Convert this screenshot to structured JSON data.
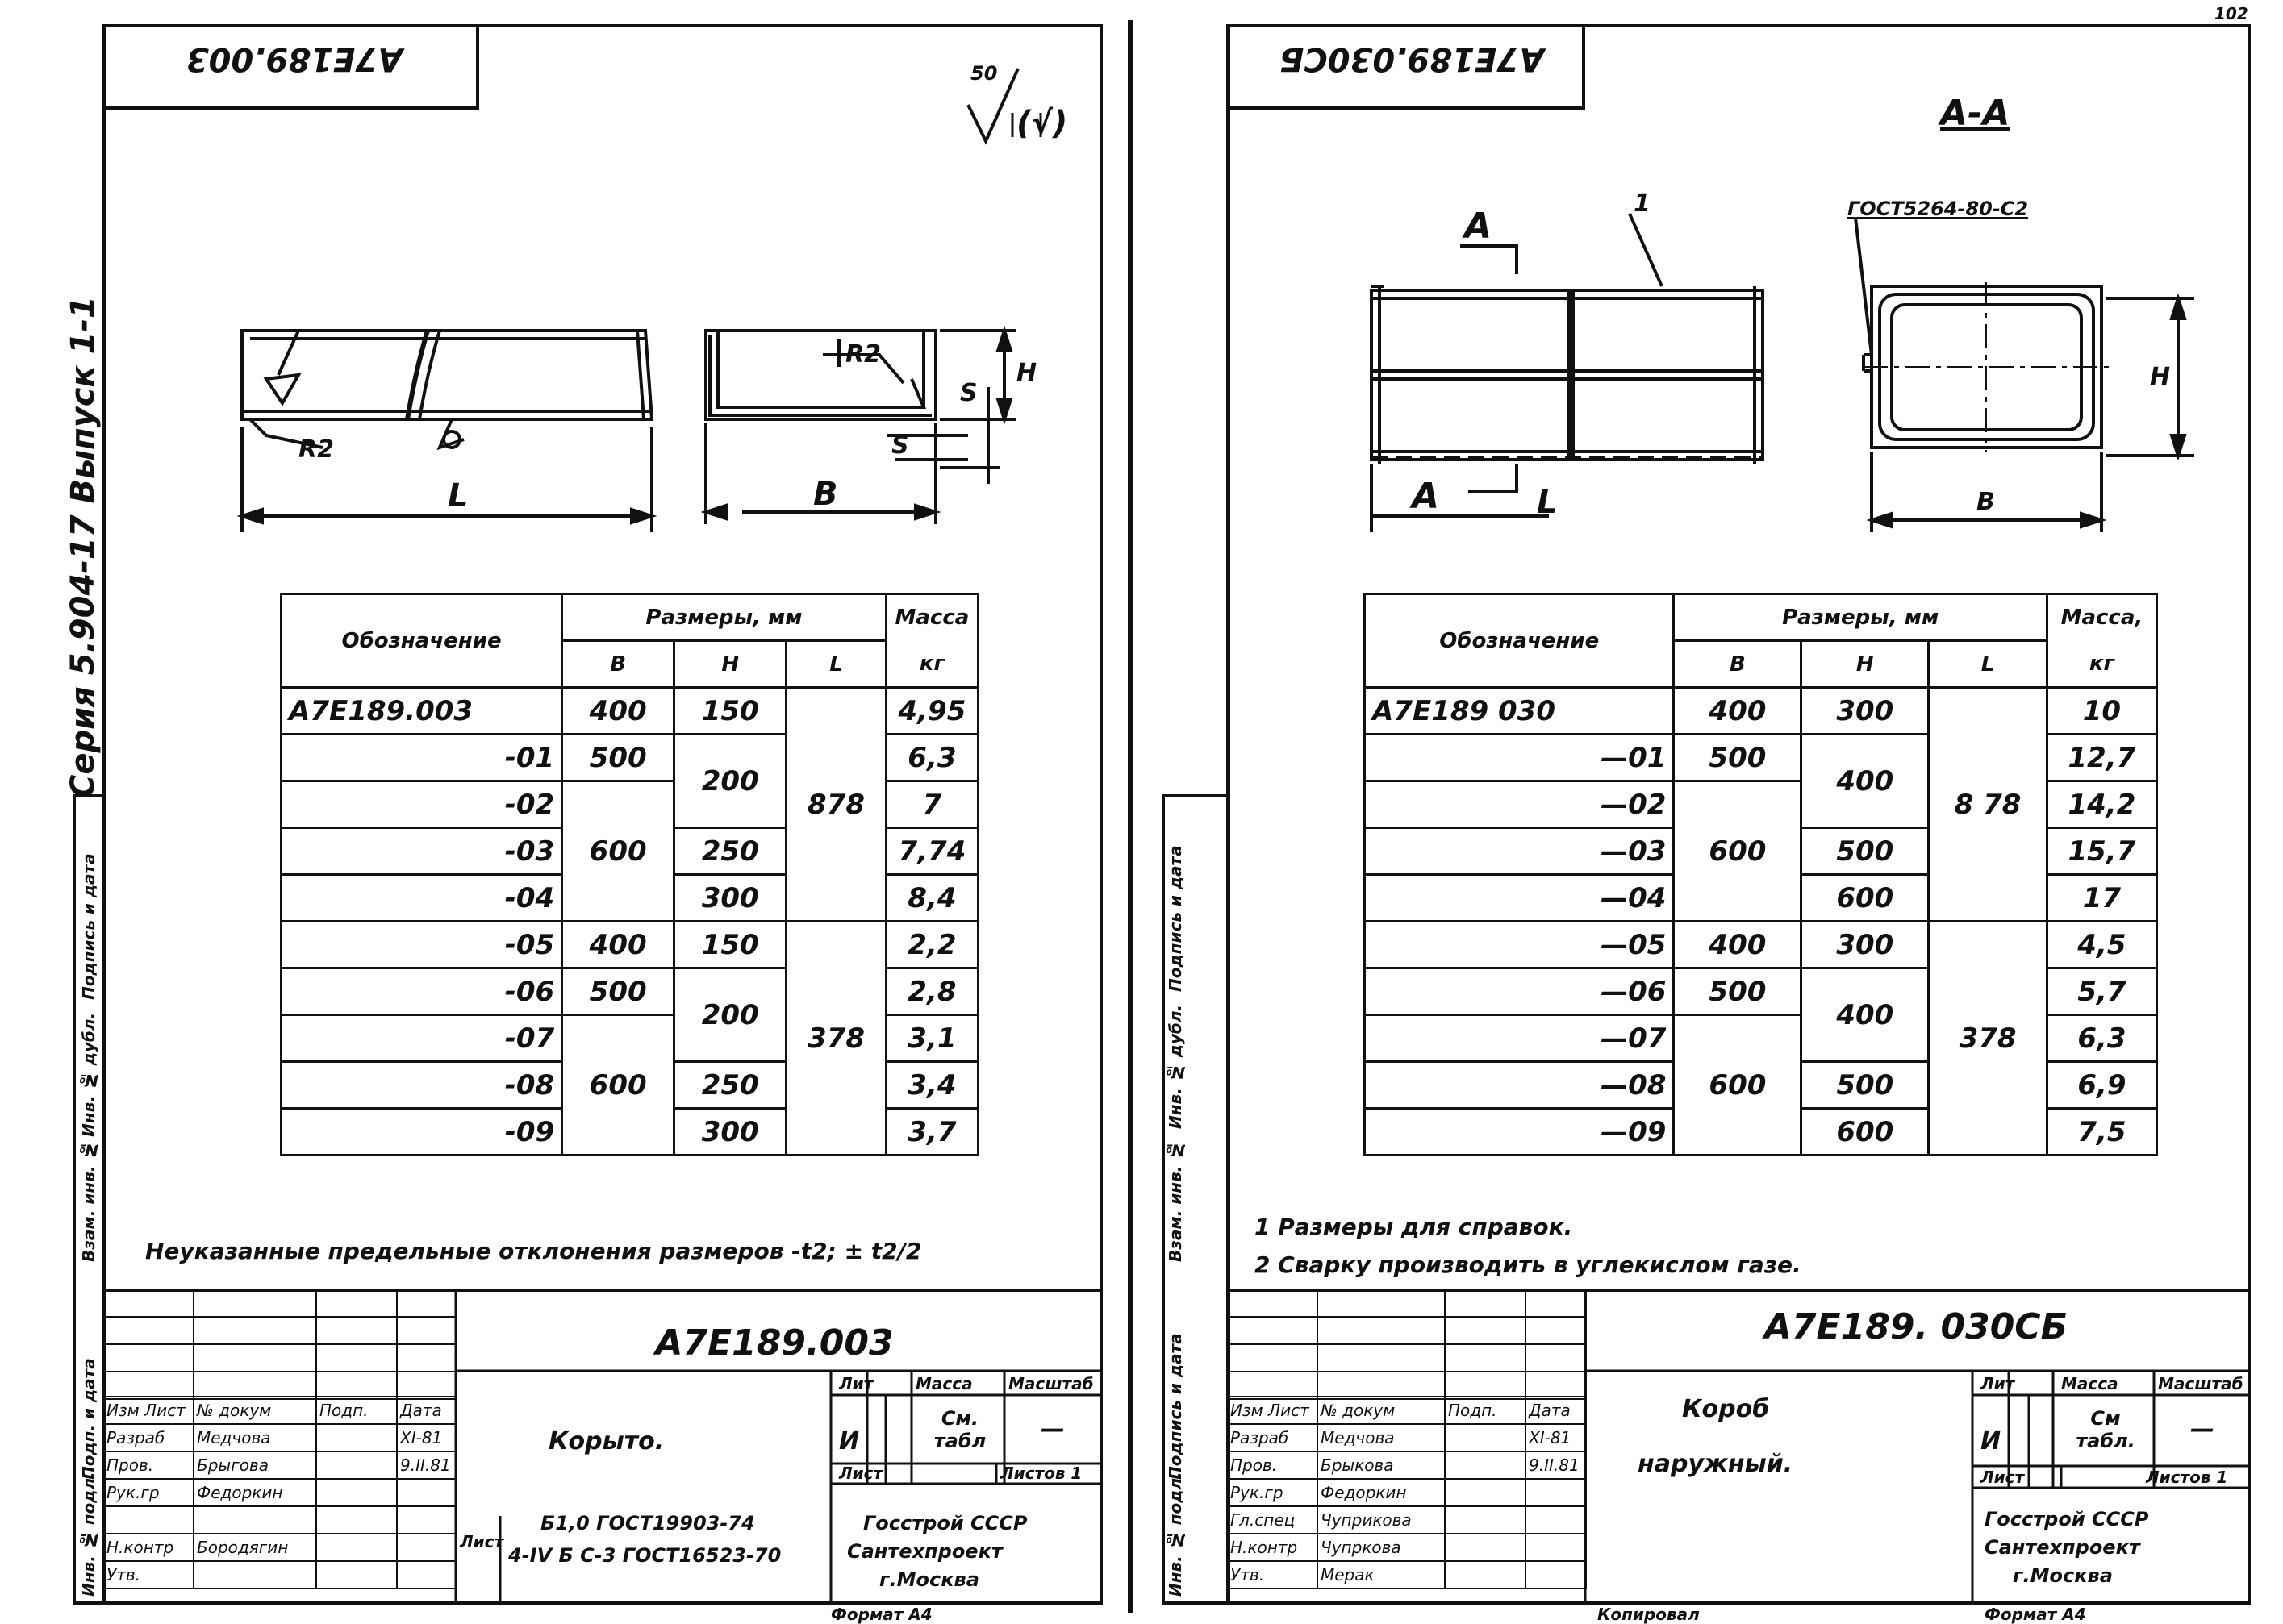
{
  "left": {
    "top_box_code": "A7E189.003",
    "roughness_value": "50",
    "series_text": "Серия 5.904-17   Выпуск 1-1",
    "dim_labels": {
      "r2_a": "R2",
      "l": "L",
      "r2_b": "R2",
      "h": "H",
      "s1": "S",
      "s2": "S",
      "b": "B"
    },
    "table": {
      "col_designation": "Обозначение",
      "col_dims": "Размеры, мм",
      "col_b": "B",
      "col_h": "H",
      "col_l": "L",
      "col_mass": "Масса",
      "col_mass_unit": "кг",
      "rows": [
        {
          "des": "A7E189.003",
          "b": "400",
          "h": "150",
          "mass": "4,95"
        },
        {
          "des": "-01",
          "b": "500",
          "h": "",
          "mass": "6,3"
        },
        {
          "des": "-02",
          "b": "",
          "h": "200",
          "mass": "7"
        },
        {
          "des": "-03",
          "b": "600",
          "h": "250",
          "mass": "7,74"
        },
        {
          "des": "-04",
          "b": "",
          "h": "300",
          "mass": "8,4"
        },
        {
          "des": "-05",
          "b": "400",
          "h": "150",
          "mass": "2,2"
        },
        {
          "des": "-06",
          "b": "500",
          "h": "",
          "mass": "2,8"
        },
        {
          "des": "-07",
          "b": "",
          "h": "200",
          "mass": "3,1"
        },
        {
          "des": "-08",
          "b": "600",
          "h": "250",
          "mass": "3,4"
        },
        {
          "des": "-09",
          "b": "",
          "h": "300",
          "mass": "3,7"
        }
      ],
      "l_group1": "878",
      "l_group2": "378"
    },
    "note": "Неуказанные предельные отклонения размеров -t2; ± t2/2",
    "stamp": {
      "code": "A7E189.003",
      "title": "Корыто.",
      "lit_label": "Лит",
      "mass_label": "Масса",
      "scale_label": "Масштаб",
      "lit_value": "И",
      "mass_value": "См. табл",
      "scale_value": "—",
      "sheet_label": "Лист",
      "sheets_label": "Листов 1",
      "material_line1": "Б1,0 ГОСТ19903-74",
      "material_line2": "4-IV Б С-3 ГОСТ16523-70",
      "material_prefix": "Лист",
      "org_line1": "Госстрой СССР",
      "org_line2": "Сантехпроект",
      "org_line3": "г.Москва",
      "people": [
        {
          "role": "Изм Лист",
          "name": "№ докум",
          "sign": "Подп.",
          "date": "Дата"
        },
        {
          "role": "Разраб",
          "name": "Медчова",
          "sign": "",
          "date": "XI-81"
        },
        {
          "role": "Пров.",
          "name": "Брыгова",
          "sign": "",
          "date": "9.II.81"
        },
        {
          "role": "Рук.гр",
          "name": "Федоркин",
          "sign": "",
          "date": ""
        },
        {
          "role": "",
          "name": "",
          "sign": "",
          "date": ""
        },
        {
          "role": "Н.контр",
          "name": "Бородягин",
          "sign": "",
          "date": ""
        },
        {
          "role": "Утв.",
          "name": "",
          "sign": "",
          "date": ""
        }
      ],
      "format": "Формат A4"
    },
    "side_labels": [
      "Инв. № подл.",
      "Подп. и дата",
      "Взам. инв. №",
      "Инв. № дубл.",
      "Подпись и дата"
    ]
  },
  "right": {
    "top_box_code": "A7E189.030СБ",
    "section_title": "A-A",
    "gost_label": "ГОСТ5264-80-С2",
    "dim_labels": {
      "a_top": "A",
      "one": "1",
      "a_bot": "A",
      "l": "L",
      "h": "H",
      "b": "B"
    },
    "table": {
      "col_designation": "Обозначение",
      "col_dims": "Размеры, мм",
      "col_b": "B",
      "col_h": "H",
      "col_l": "L",
      "col_mass": "Масса,",
      "col_mass_unit": "кг",
      "rows": [
        {
          "des": "A7E189 030",
          "b": "400",
          "h": "300",
          "mass": "10"
        },
        {
          "des": "—01",
          "b": "500",
          "h": "",
          "mass": "12,7"
        },
        {
          "des": "—02",
          "b": "",
          "h": "400",
          "mass": "14,2"
        },
        {
          "des": "—03",
          "b": "600",
          "h": "500",
          "mass": "15,7"
        },
        {
          "des": "—04",
          "b": "",
          "h": "600",
          "mass": "17"
        },
        {
          "des": "—05",
          "b": "400",
          "h": "300",
          "mass": "4,5"
        },
        {
          "des": "—06",
          "b": "500",
          "h": "",
          "mass": "5,7"
        },
        {
          "des": "—07",
          "b": "",
          "h": "400",
          "mass": "6,3"
        },
        {
          "des": "—08",
          "b": "600",
          "h": "500",
          "mass": "6,9"
        },
        {
          "des": "—09",
          "b": "",
          "h": "600",
          "mass": "7,5"
        }
      ],
      "l_group1": "8 78",
      "l_group2": "378"
    },
    "notes": [
      "1 Размеры для справок.",
      "2 Сварку производить в углекислом газе."
    ],
    "stamp": {
      "code": "A7E189. 030СБ",
      "title_line1": "Короб",
      "title_line2": "наружный.",
      "lit_label": "Лит",
      "mass_label": "Масса",
      "scale_label": "Масштаб",
      "lit_value": "И",
      "mass_value": "См табл.",
      "scale_value": "—",
      "sheet_label": "Лист",
      "sheets_label": "Листов 1",
      "org_line1": "Госстрой СССР",
      "org_line2": "Сантехпроект",
      "org_line3": "г.Москва",
      "people": [
        {
          "role": "Изм Лист",
          "name": "№ докум",
          "sign": "Подп.",
          "date": "Дата"
        },
        {
          "role": "Разраб",
          "name": "Медчова",
          "sign": "",
          "date": "XI-81"
        },
        {
          "role": "Пров.",
          "name": "Брыкова",
          "sign": "",
          "date": "9.II.81"
        },
        {
          "role": "Рук.гр",
          "name": "Федоркин",
          "sign": "",
          "date": ""
        },
        {
          "role": "Гл.спец",
          "name": "Чуприкова",
          "sign": "",
          "date": ""
        },
        {
          "role": "Н.контр",
          "name": "Чупркова",
          "sign": "",
          "date": ""
        },
        {
          "role": "Утв.",
          "name": "Мерак",
          "sign": "",
          "date": ""
        }
      ],
      "copied_label": "Копировал",
      "format": "Формат A4"
    },
    "corner_number": "102",
    "side_labels": [
      "Инв. № подл.",
      "Подпись и дата",
      "Взам. инв. №",
      "Инв. № дубл.",
      "Подпись и дата"
    ]
  }
}
